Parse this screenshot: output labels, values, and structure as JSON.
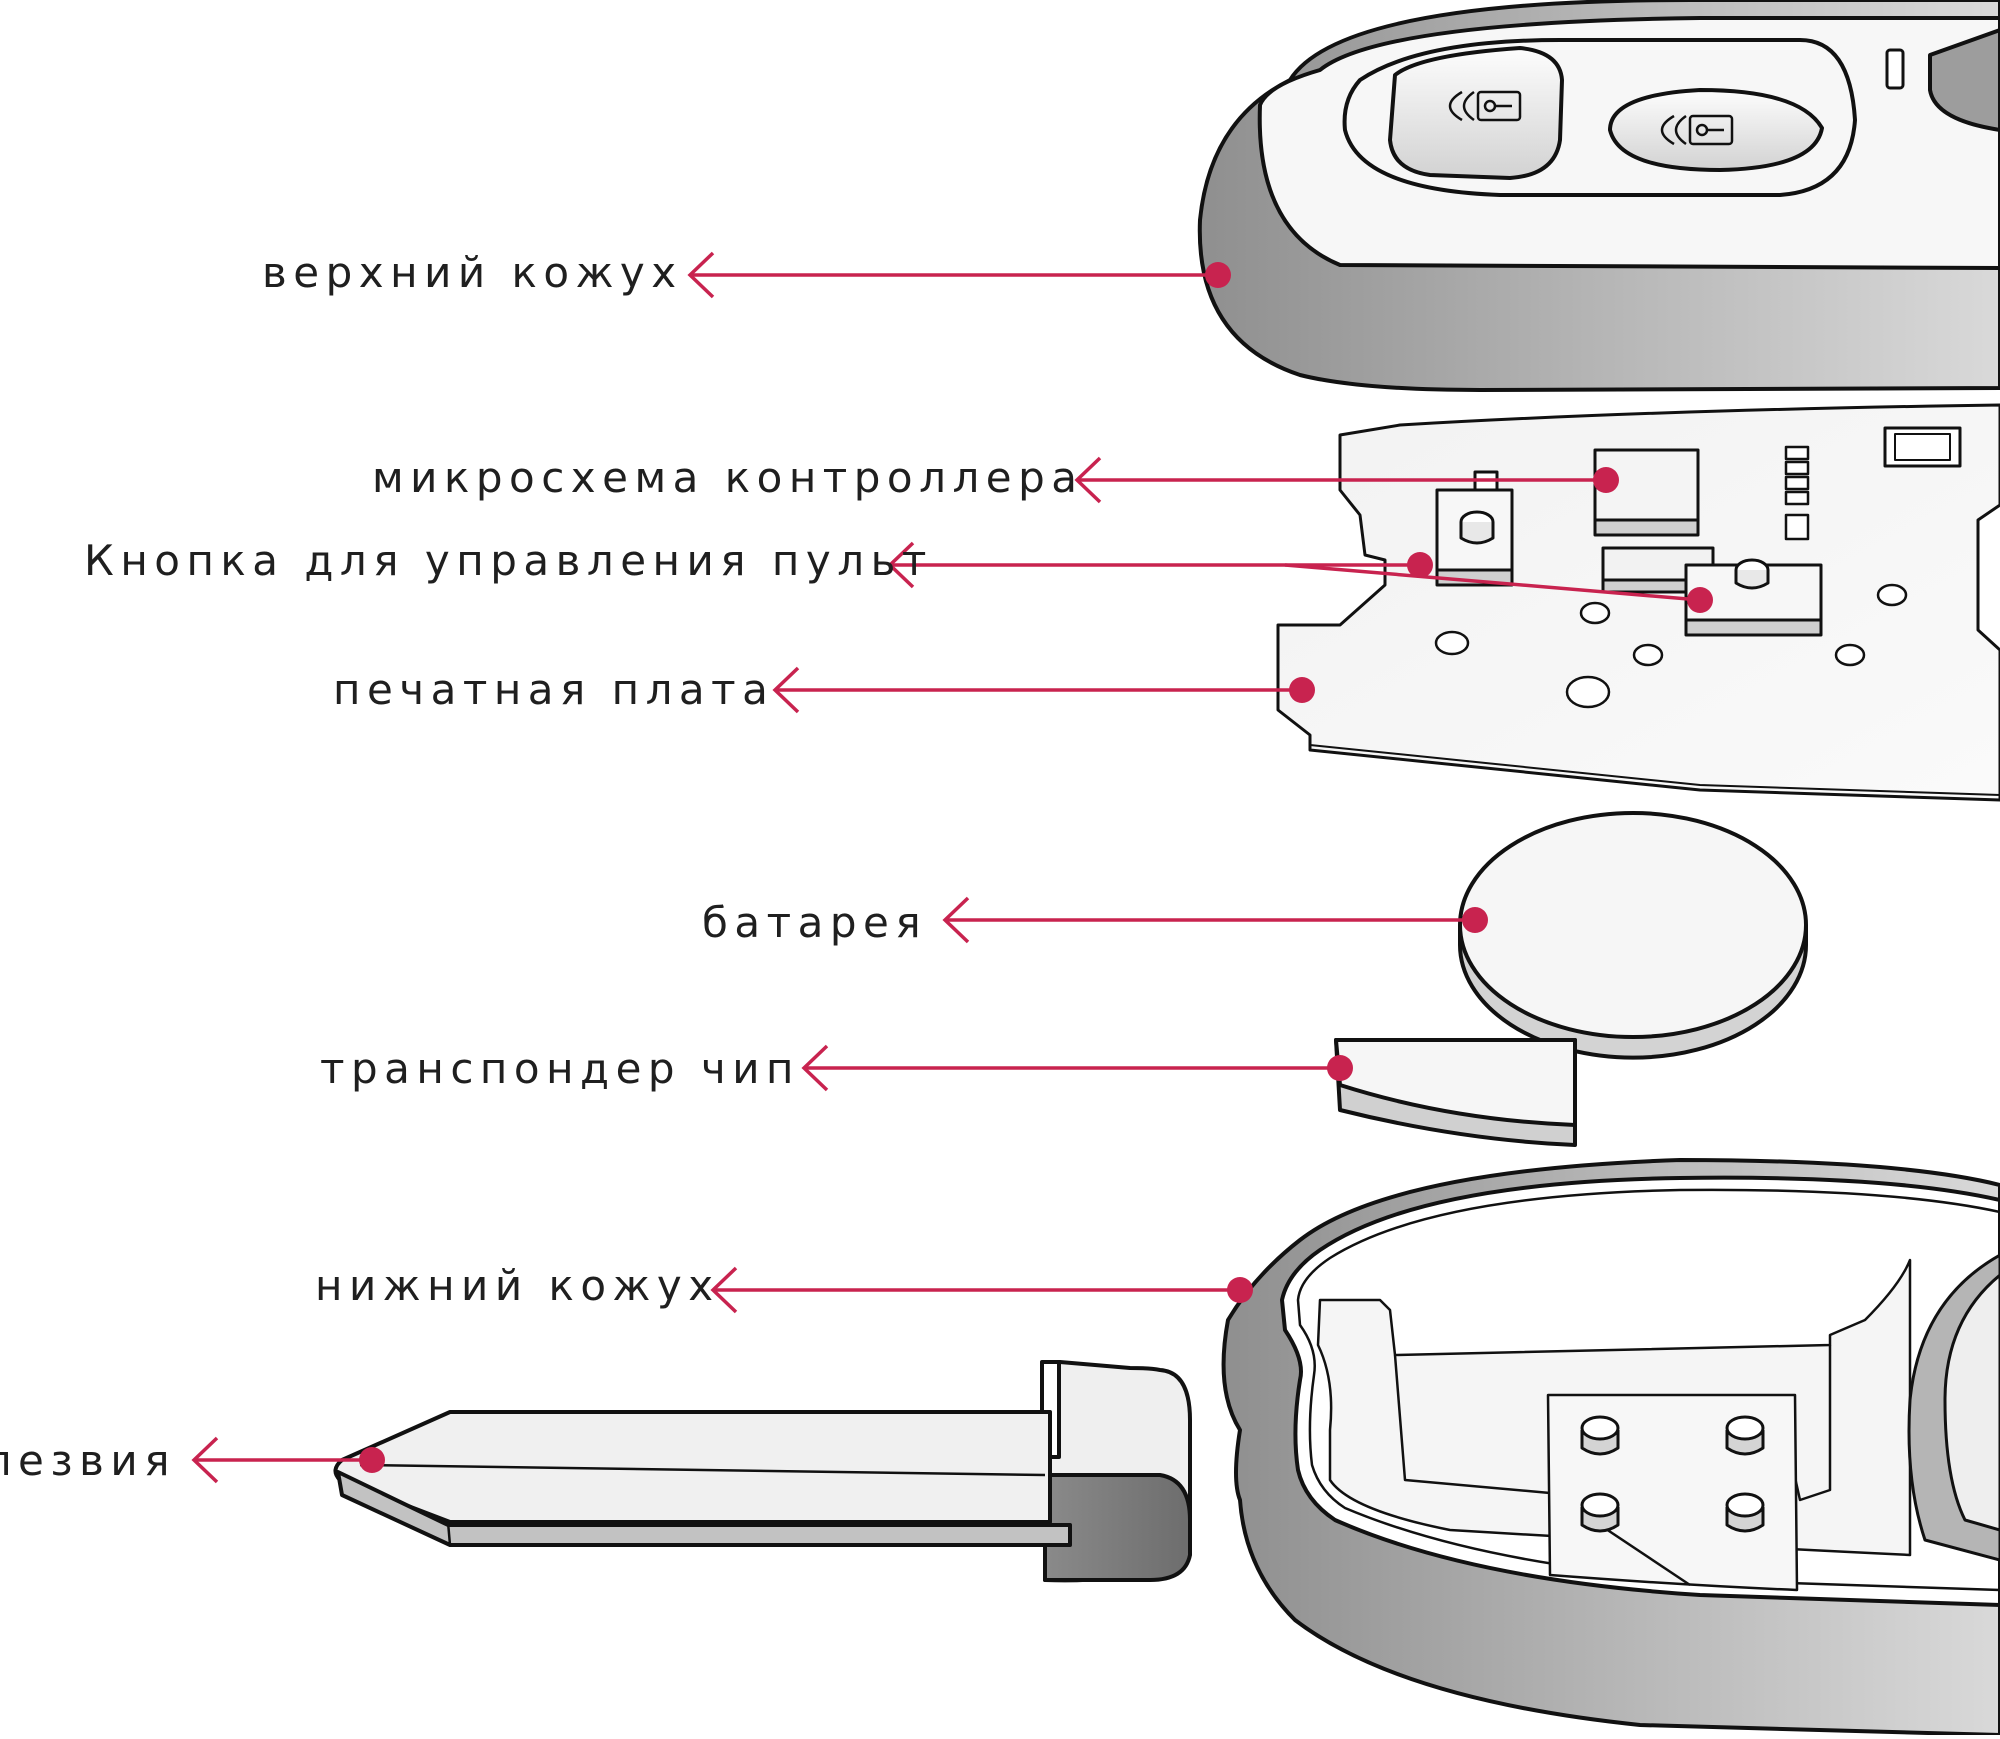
{
  "diagram": {
    "labels": {
      "top_case": "верхний кожух",
      "controller_chip": "микросхема контроллера",
      "remote_button": "Кнопка для управления пульт",
      "pcb": "печатная плата",
      "battery": "батарея",
      "transponder": "транспондер чип",
      "bottom_case": "нижний кожух",
      "blade": "лезвия"
    },
    "colors": {
      "leader": "#c8234f",
      "outline": "#111111",
      "shade_dark": "#9a9a9a",
      "shade_light": "#d6d6d6"
    }
  }
}
